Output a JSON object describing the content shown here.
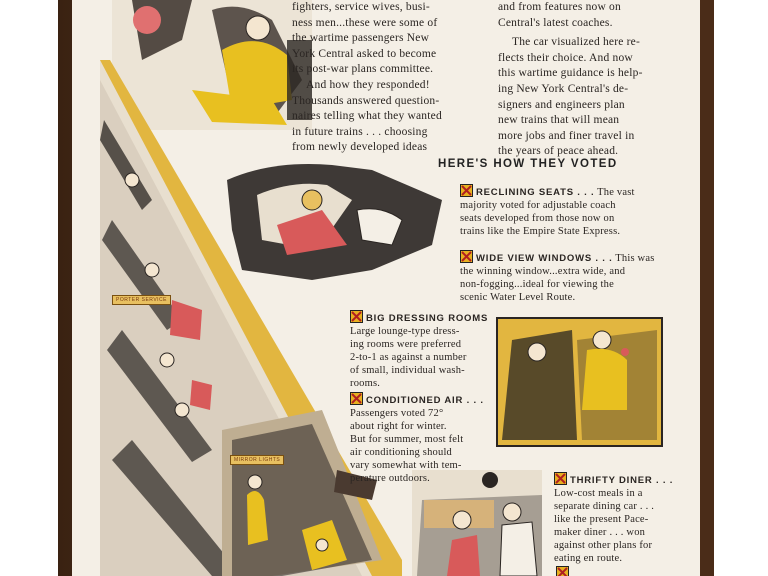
{
  "col1": {
    "lines": [
      "fighters, service wives, busi-",
      "ness men...these were some of",
      "the wartime passengers New",
      "York Central asked to become",
      "its post-war plans committee.",
      "And how they responded!",
      "Thousands answered question-",
      "naires telling what they wanted",
      "in future trains . . . choosing",
      "from newly developed ideas"
    ]
  },
  "col2": {
    "lines": [
      "and from features now on",
      "Central's latest coaches.",
      "The car visualized here re-",
      "flects their choice. And now",
      "this wartime guidance is help-",
      "ing New York Central's de-",
      "signers and engineers plan",
      "new trains that will mean",
      "more jobs and finer travel in",
      "the years of peace ahead."
    ]
  },
  "heading": "HERE'S HOW THEY VOTED",
  "items": {
    "reclining": {
      "title": "RECLINING SEATS . . .",
      "lines": [
        "The vast",
        "majority voted for adjustable coach",
        "seats developed from those now on",
        "trains like the Empire State Express."
      ]
    },
    "windows": {
      "title": "WIDE VIEW WINDOWS . . .",
      "lines": [
        "This was",
        "the winning window...extra wide, and",
        "non-fogging...ideal for viewing the",
        "scenic Water Level Route."
      ]
    },
    "dressing": {
      "title": "BIG DRESSING ROOMS",
      "lines": [
        "Large lounge-type dress-",
        "ing rooms were preferred",
        "2-to-1 as against a number",
        "of small, individual wash-",
        "rooms."
      ]
    },
    "air": {
      "title": "CONDITIONED AIR . . .",
      "lines": [
        "Passengers voted 72°",
        "about right for winter.",
        "But for summer, most felt",
        "air conditioning should",
        "vary somewhat with tem-",
        "perature outdoors."
      ]
    },
    "diner": {
      "title": "THRIFTY DINER . . .",
      "lines": [
        "Low-cost meals in a",
        "separate dining car . . .",
        "like the present Pace-",
        "maker diner . . . won",
        "against other plans for",
        "eating en route."
      ]
    }
  },
  "signs": {
    "porter": "PORTER SERVICE",
    "mirror": "MIRROR LIGHTS"
  },
  "colors": {
    "paper": "#f4efe6",
    "frame": "#4a2c18",
    "accent_yellow": "#e8b020",
    "accent_red": "#d85a5a",
    "ink": "#2a2522"
  }
}
